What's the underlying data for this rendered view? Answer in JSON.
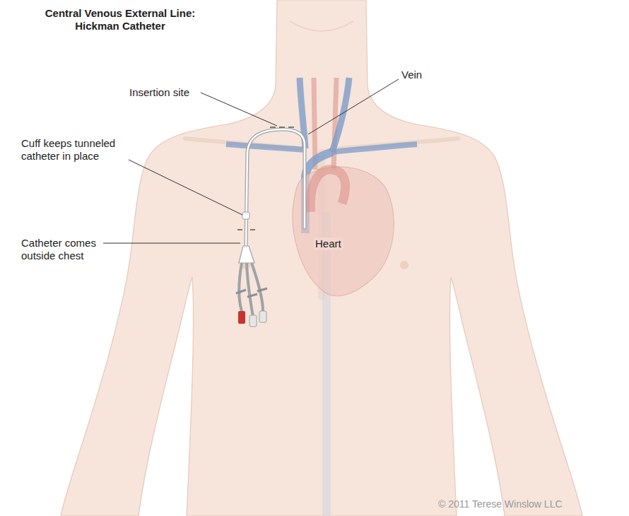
{
  "diagram": {
    "title": "Central Venous External Line: Hickman Catheter",
    "labels": [
      "Insertion site",
      "Vein",
      "Cuff keeps tunneled catheter in place",
      "Catheter comes outside chest",
      "Heart",
      "© 2011 Terese Winslow LLC"
    ]
  }
}
